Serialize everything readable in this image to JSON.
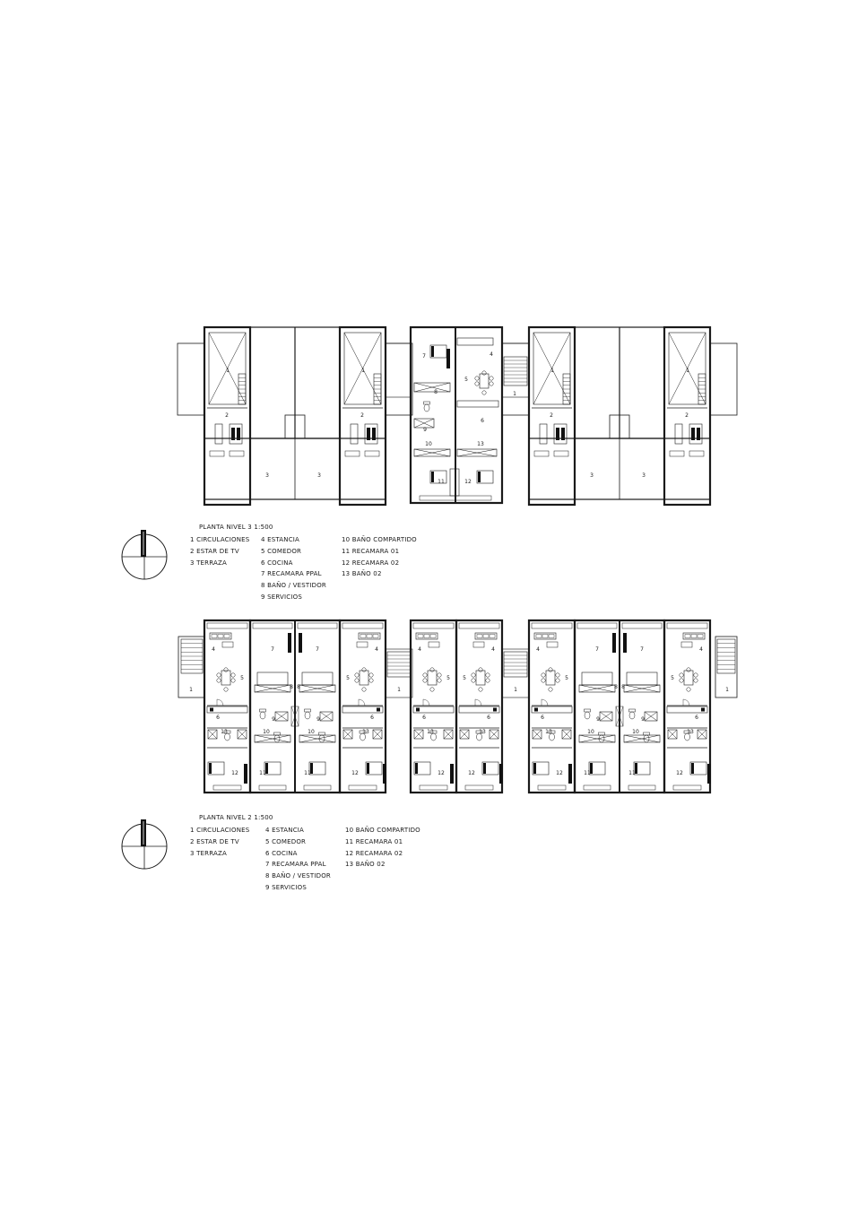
{
  "levels": [
    {
      "title": "PLANTA NIVEL 3   1:500",
      "legend": [
        [
          "1  CIRCULACIONES",
          "2  ESTAR DE TV",
          "3  TERRAZA"
        ],
        [
          "4  ESTANCIA",
          "5  COMEDOR",
          "6  COCINA",
          "7  RECAMARA PPAL",
          "8  BAÑO / VESTIDOR",
          "9  SERVICIOS"
        ],
        [
          "10 BAÑO COMPARTIDO",
          "11 RECAMARA 01",
          "12 RECAMARA 02",
          "13 BAÑO 02"
        ]
      ]
    },
    {
      "title": "PLANTA NIVEL 2   1:500",
      "legend": [
        [
          "1  CIRCULACIONES",
          "2  ESTAR DE TV",
          "3  TERRAZA"
        ],
        [
          "4  ESTANCIA",
          "5  COMEDOR",
          "6  COCINA",
          "7  RECAMARA PPAL",
          "8  BAÑO / VESTIDOR",
          "9  SERVICIOS"
        ],
        [
          "10 BAÑO COMPARTIDO",
          "11 RECAMARA 01",
          "12 RECAMARA 02",
          "13 BAÑO 02"
        ]
      ]
    }
  ],
  "room_numbers": {
    "circulation": "1",
    "tv": "2",
    "terrace": "3",
    "living": "4",
    "dining": "5",
    "kitchen": "6",
    "master": "7",
    "bath": "8",
    "service": "9",
    "shared_bath": "10",
    "bed1": "11",
    "bed2": "12",
    "bath2": "13"
  },
  "colors": {
    "line": "#1a1a1a",
    "fill": "#111111",
    "paper": "#ffffff"
  }
}
